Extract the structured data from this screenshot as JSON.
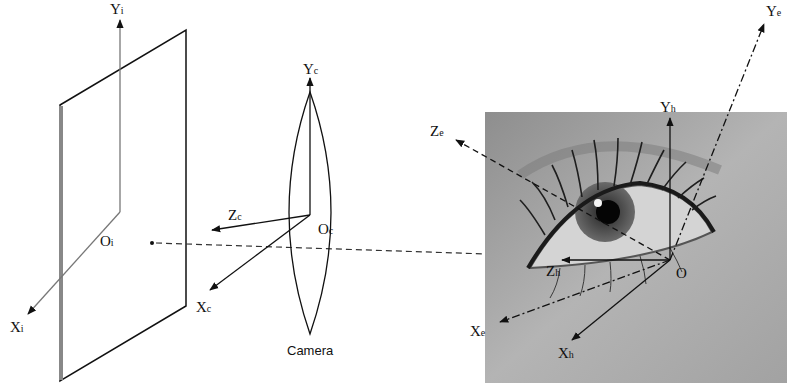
{
  "diagram": {
    "labels": [
      "Yi",
      "Oi",
      "Xi",
      "Yc",
      "Zc",
      "Oc",
      "Xc",
      "Camera",
      "Yh",
      "Ye",
      "Ze",
      "Zh",
      "O",
      "Xe",
      "Xh"
    ]
  }
}
